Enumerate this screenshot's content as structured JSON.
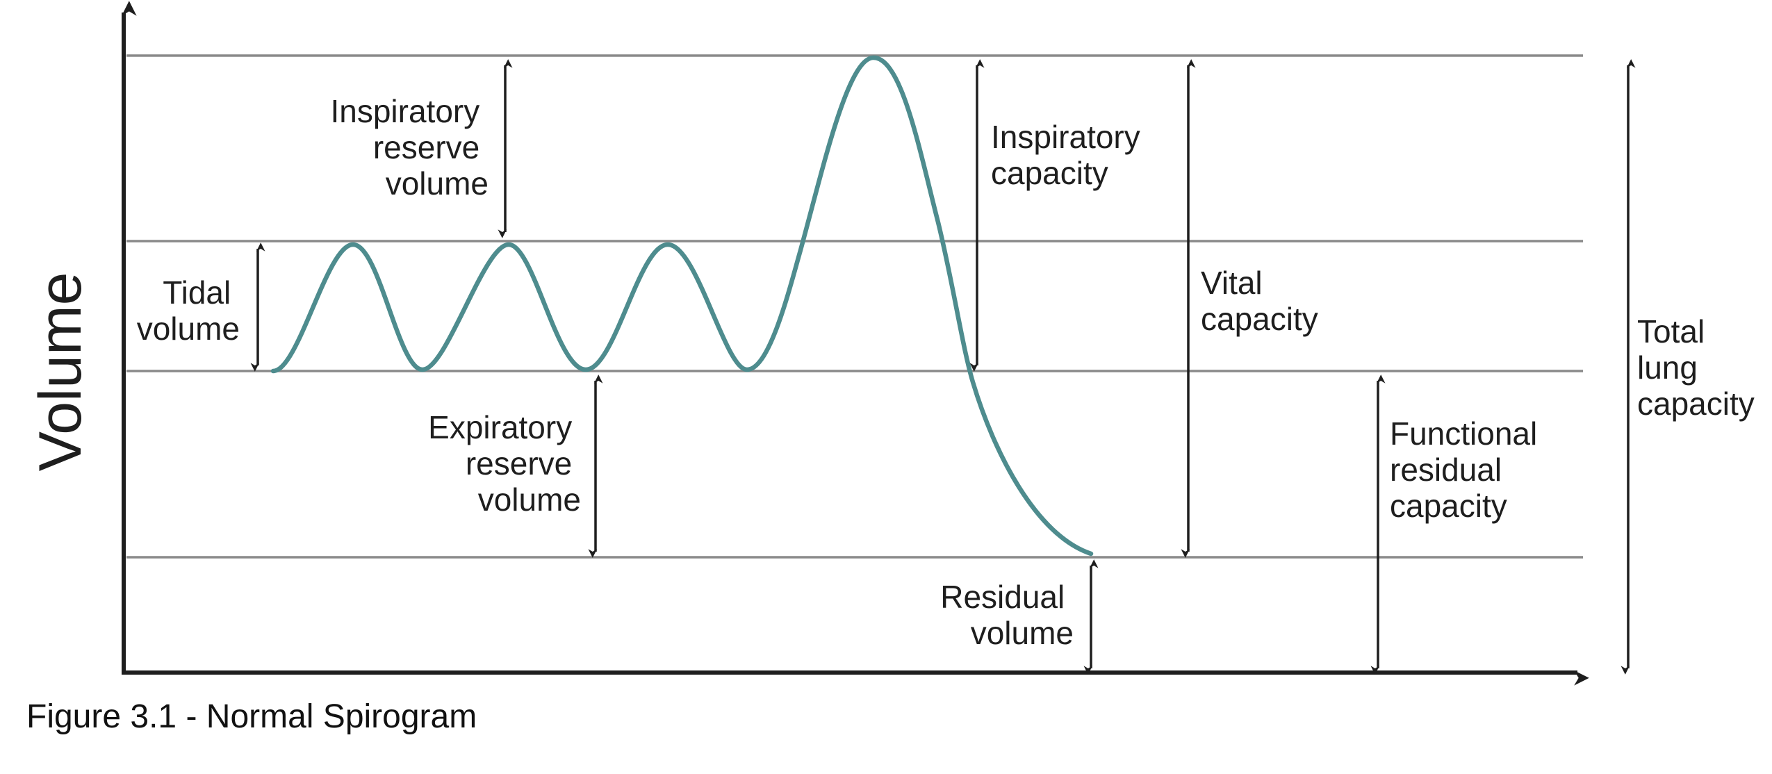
{
  "axis_title": "Volume",
  "caption": "Figure 3.1 - Normal Spirogram",
  "curve_color": "#4e8c8e",
  "labels": {
    "inspiratory_reserve_volume": [
      "Inspiratory",
      "reserve",
      "volume"
    ],
    "tidal_volume": [
      "Tidal",
      "volume"
    ],
    "expiratory_reserve_volume": [
      "Expiratory",
      "reserve",
      "volume"
    ],
    "inspiratory_capacity": [
      "Inspiratory",
      "capacity"
    ],
    "vital_capacity": [
      "Vital",
      "capacity"
    ],
    "functional_residual_capacity": [
      "Functional",
      "residual",
      "capacity"
    ],
    "residual_volume": [
      "Residual",
      "volume"
    ],
    "total_lung_capacity": [
      "Total",
      "lung",
      "capacity"
    ]
  }
}
